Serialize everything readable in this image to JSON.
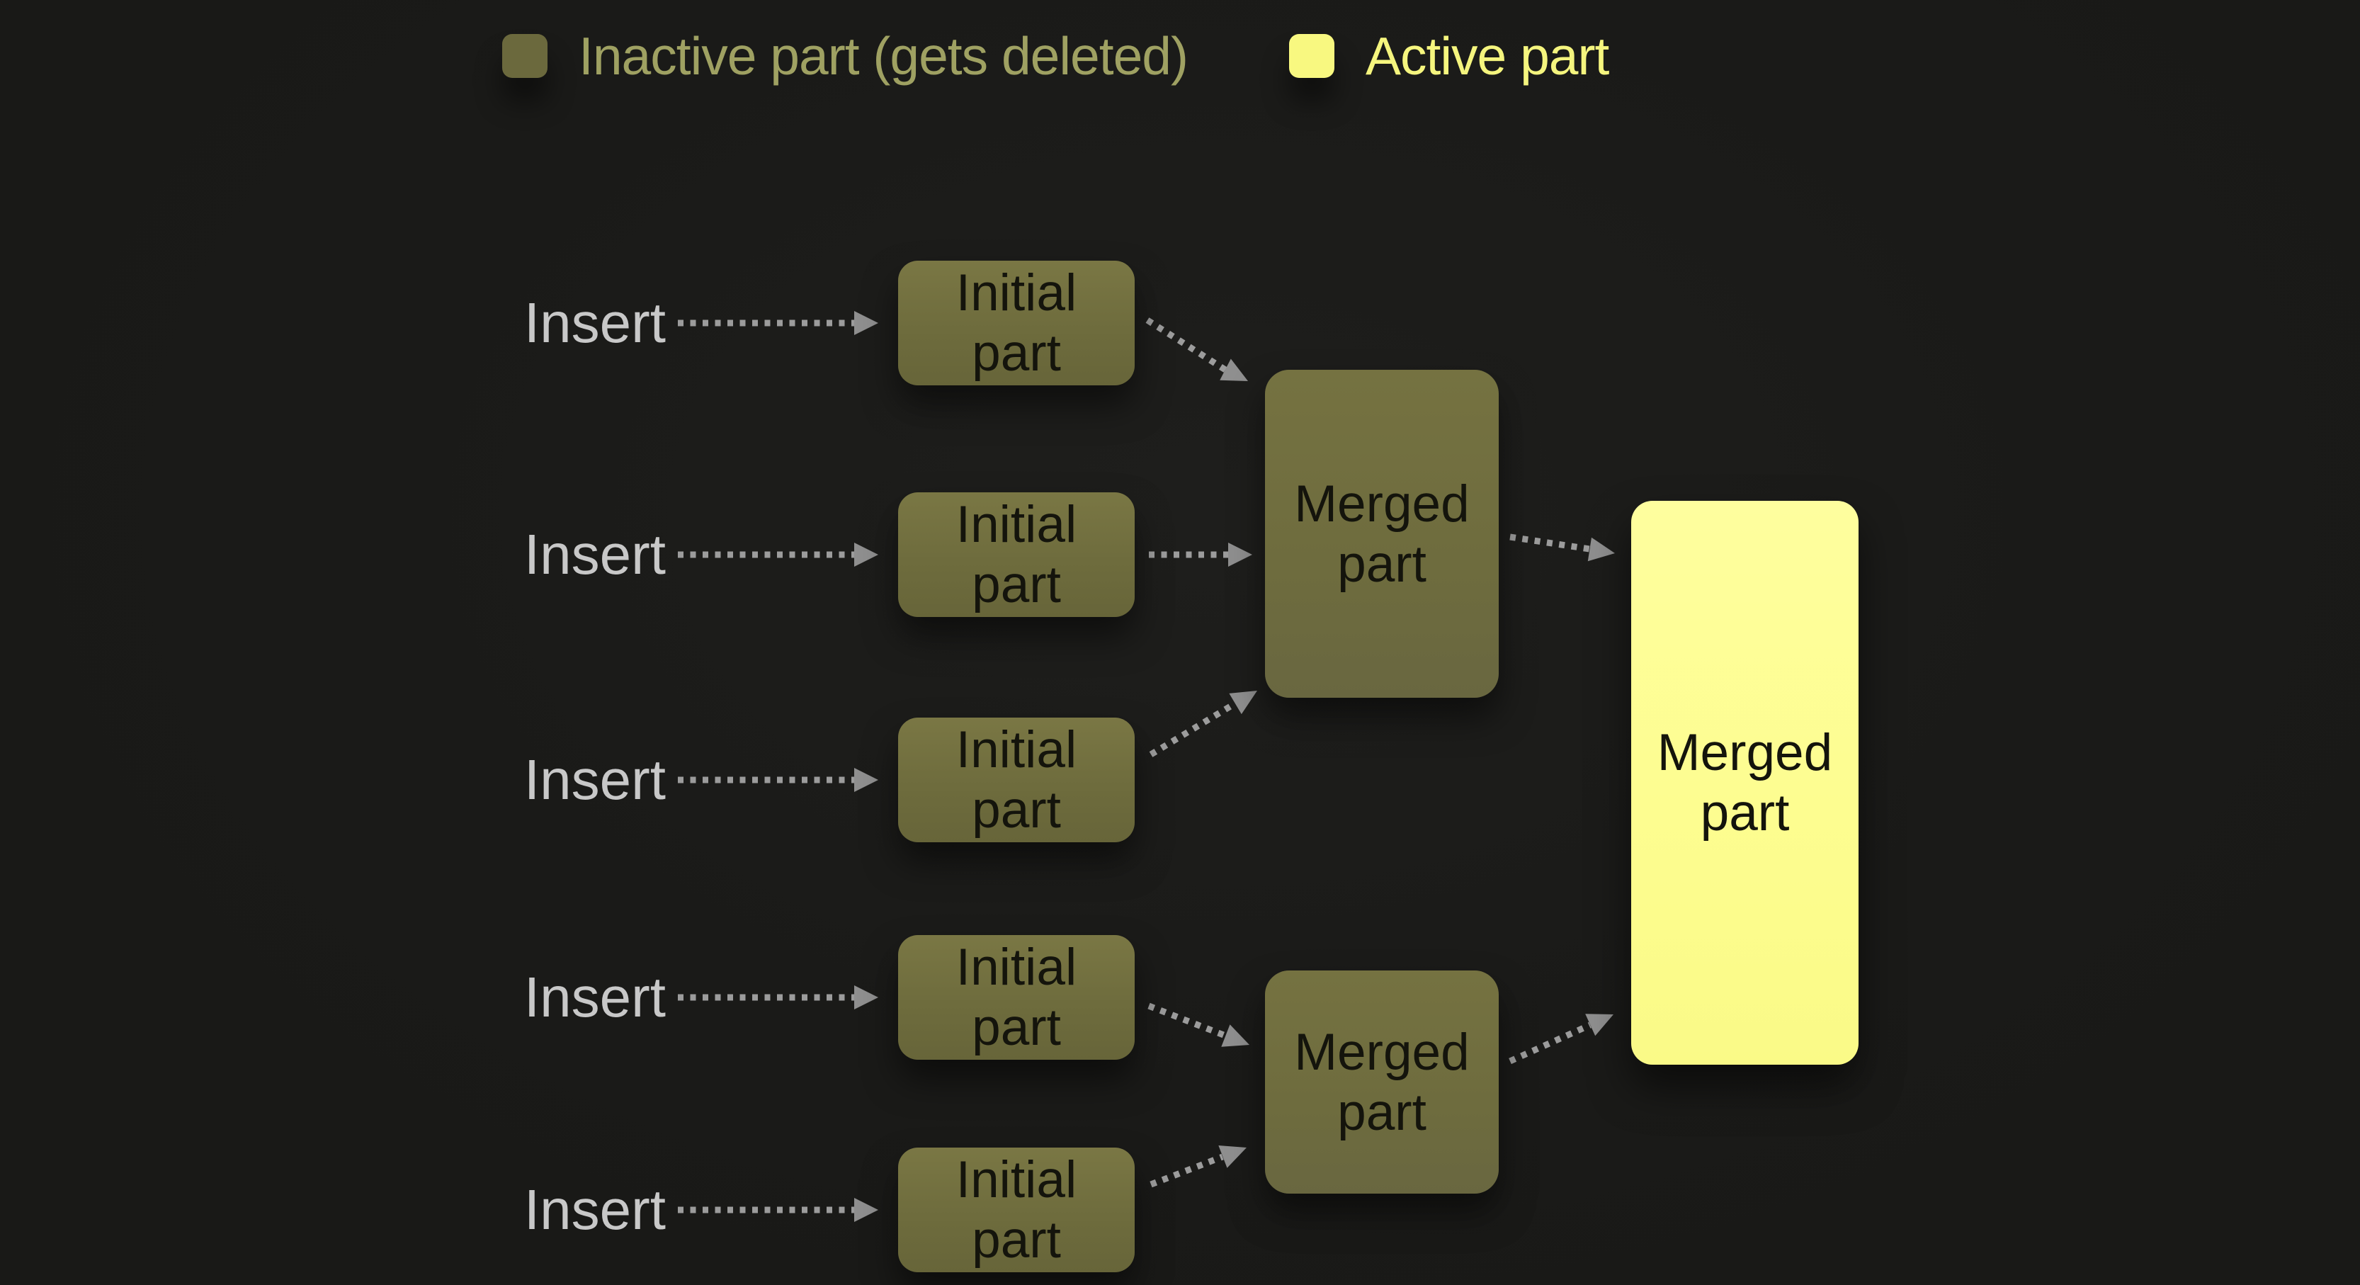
{
  "legend": {
    "inactive_label": "Inactive part (gets deleted)",
    "active_label": "Active part"
  },
  "rows": [
    {
      "insert_label": "Insert",
      "box": {
        "line1": "Initial",
        "line2": "part"
      }
    },
    {
      "insert_label": "Insert",
      "box": {
        "line1": "Initial",
        "line2": "part"
      }
    },
    {
      "insert_label": "Insert",
      "box": {
        "line1": "Initial",
        "line2": "part"
      }
    },
    {
      "insert_label": "Insert",
      "box": {
        "line1": "Initial",
        "line2": "part"
      }
    },
    {
      "insert_label": "Insert",
      "box": {
        "line1": "Initial",
        "line2": "part"
      }
    }
  ],
  "merged": [
    {
      "line1": "Merged",
      "line2": "part"
    },
    {
      "line1": "Merged",
      "line2": "part"
    }
  ],
  "final": {
    "line1": "Merged",
    "line2": "part"
  },
  "colors": {
    "background": "#1b1b19",
    "inactive_fill": "#6f6d3f",
    "active_fill": "#fcfc90",
    "inactive_legend_text": "#9fa162",
    "active_legend_text": "#f5f57e",
    "insert_text": "#c8c8c8",
    "arrow": "#989898",
    "node_text": "#14140c"
  }
}
